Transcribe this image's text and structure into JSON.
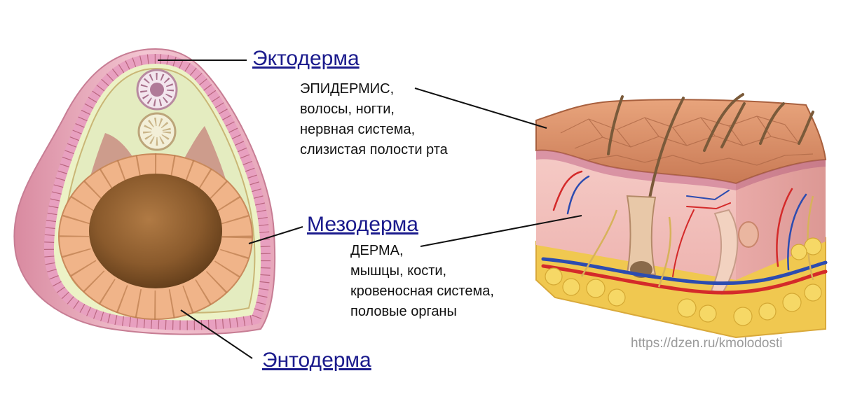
{
  "labels": {
    "ectoderm": "Эктодерма",
    "mesoderm": "Мезодерма",
    "endoderm": "Энтодерма"
  },
  "ectoderm_derivatives": [
    "ЭПИДЕРМИС,",
    "волосы, ногти,",
    "нервная система,",
    "слизистая полости рта"
  ],
  "mesoderm_derivatives": [
    "ДЕРМА,",
    "мышцы, кости,",
    "кровеносная система,",
    "половые органы"
  ],
  "watermark": "https://dzen.ru/kmolodosti",
  "colors": {
    "ectoderm": "#e8a0c0",
    "mesoderm": "#e4ecc0",
    "endoderm": "#f0b489",
    "cavity": "#8a5a2c",
    "label_link": "#1a1a8c",
    "skin_surface": "#d9906a",
    "dermis": "#f2c2c0",
    "fat": "#f0c850"
  }
}
